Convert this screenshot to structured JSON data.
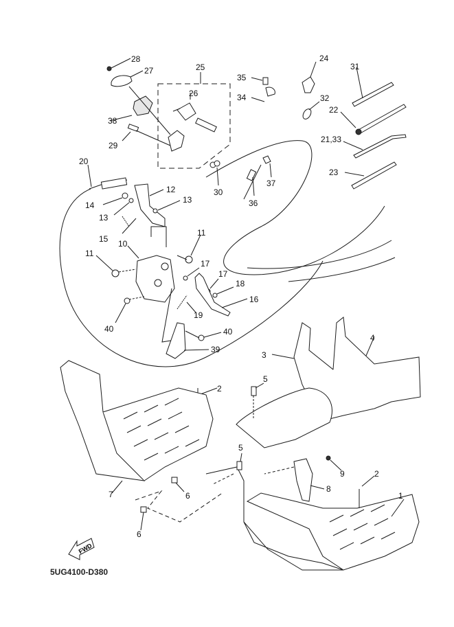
{
  "diagram": {
    "title_code": "5UG4100-D380",
    "direction_badge": "FWD",
    "line_color": "#1a1a1a",
    "background": "#ffffff"
  },
  "callouts": [
    {
      "id": "c28",
      "label": "28",
      "part": "screw"
    },
    {
      "id": "c27",
      "label": "27",
      "part": "holder"
    },
    {
      "id": "c25",
      "label": "25",
      "part": "throttle-lever-assembly"
    },
    {
      "id": "c26",
      "label": "26",
      "part": "switch"
    },
    {
      "id": "c38",
      "label": "38",
      "part": "cover"
    },
    {
      "id": "c29",
      "label": "29",
      "part": "bolt"
    },
    {
      "id": "c20",
      "label": "20",
      "part": "cable"
    },
    {
      "id": "c12",
      "label": "12",
      "part": "lever"
    },
    {
      "id": "c14",
      "label": "14",
      "part": "nut"
    },
    {
      "id": "c13a",
      "label": "13",
      "part": "washer"
    },
    {
      "id": "c13b",
      "label": "13",
      "part": "washer"
    },
    {
      "id": "c15",
      "label": "15",
      "part": "spring"
    },
    {
      "id": "c10",
      "label": "10",
      "part": "bracket"
    },
    {
      "id": "c11a",
      "label": "11",
      "part": "bolt"
    },
    {
      "id": "c11b",
      "label": "11",
      "part": "bolt"
    },
    {
      "id": "c17a",
      "label": "17",
      "part": "washer"
    },
    {
      "id": "c17b",
      "label": "17",
      "part": "washer"
    },
    {
      "id": "c18",
      "label": "18",
      "part": "clip"
    },
    {
      "id": "c16",
      "label": "16",
      "part": "pedal-lever"
    },
    {
      "id": "c19",
      "label": "19",
      "part": "spring"
    },
    {
      "id": "c40a",
      "label": "40",
      "part": "bolt"
    },
    {
      "id": "c40b",
      "label": "40",
      "part": "bolt"
    },
    {
      "id": "c39",
      "label": "39",
      "part": "bracket"
    },
    {
      "id": "c30",
      "label": "30",
      "part": "nut"
    },
    {
      "id": "c35",
      "label": "35",
      "part": "bolt"
    },
    {
      "id": "c34",
      "label": "34",
      "part": "clamp"
    },
    {
      "id": "c24",
      "label": "24",
      "part": "holder"
    },
    {
      "id": "c32",
      "label": "32",
      "part": "clip"
    },
    {
      "id": "c31",
      "label": "31",
      "part": "band"
    },
    {
      "id": "c22",
      "label": "22",
      "part": "band"
    },
    {
      "id": "c21_33",
      "label": "21,33",
      "part": "band"
    },
    {
      "id": "c23",
      "label": "23",
      "part": "band"
    },
    {
      "id": "c37",
      "label": "37",
      "part": "grommet"
    },
    {
      "id": "c36",
      "label": "36",
      "part": "cable"
    },
    {
      "id": "c3",
      "label": "3",
      "part": "cover"
    },
    {
      "id": "c4",
      "label": "4",
      "part": "cover"
    },
    {
      "id": "c5a",
      "label": "5",
      "part": "screw"
    },
    {
      "id": "c5b",
      "label": "5",
      "part": "screw"
    },
    {
      "id": "c2a",
      "label": "2",
      "part": "rivet"
    },
    {
      "id": "c2b",
      "label": "2",
      "part": "rivet"
    },
    {
      "id": "c7",
      "label": "7",
      "part": "footrest-board-left"
    },
    {
      "id": "c6a",
      "label": "6",
      "part": "nut"
    },
    {
      "id": "c6b",
      "label": "6",
      "part": "nut"
    },
    {
      "id": "c9",
      "label": "9",
      "part": "rivet"
    },
    {
      "id": "c8",
      "label": "8",
      "part": "bracket"
    },
    {
      "id": "c1",
      "label": "1",
      "part": "footrest-board-right"
    }
  ]
}
